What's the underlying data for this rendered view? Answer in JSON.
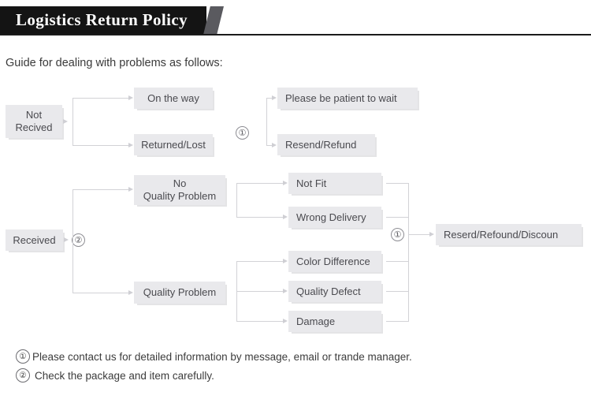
{
  "header": {
    "title": "Logistics Return Policy",
    "accent_color": "#5a5a5f",
    "band_color": "#141414"
  },
  "subtitle": "Guide for dealing with problems as follows:",
  "flow": {
    "not_received": {
      "root": "Not\nRecived",
      "root_line1": "Not",
      "root_line2": "Recived",
      "branches": [
        {
          "label": "On the way",
          "outcome": "Please be patient to wait"
        },
        {
          "label": "Returned/Lost",
          "outcome": "Resend/Refund"
        }
      ],
      "marker": "①"
    },
    "received": {
      "root": "Received",
      "marker": "②",
      "categories": [
        {
          "label_line1": "No",
          "label_line2": "Quality Problem",
          "label": "No Quality Problem",
          "reasons": [
            "Not Fit",
            "Wrong Delivery"
          ]
        },
        {
          "label_line1": "Quality Problem",
          "label_line2": "",
          "label": "Quality Problem",
          "reasons": [
            "Color Difference",
            "Quality Defect",
            "Damage"
          ]
        }
      ],
      "outcome": "Reserd/Refound/Discoun",
      "outcome_marker": "①"
    }
  },
  "notes": [
    {
      "marker": "①",
      "text": "Please contact us for detailed information by message, email or trande manager."
    },
    {
      "marker": "②",
      "text": "Check the package and item carefully."
    }
  ],
  "colors": {
    "node_fill": "#e9e9ec",
    "node_text": "#4a4a4f",
    "connector": "#d2d2d6"
  }
}
